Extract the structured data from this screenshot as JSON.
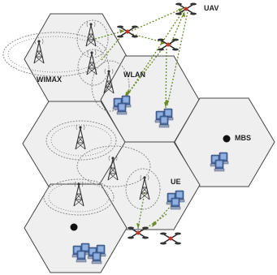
{
  "labels": {
    "uav": "UAV",
    "wimax": "WIMAX",
    "wlan": "WLAN",
    "mbs": "MBS",
    "ue": "UE"
  },
  "colors": {
    "cell_fill": "#efefef",
    "cell_stroke": "#444444",
    "coverage_stroke": "#8a8a8a",
    "link_color": "#6a8a2a",
    "tower": "#333333",
    "uav_body": "#222222",
    "uav_center": "#c0392b",
    "device_screen": "#6a8fc8",
    "device_body": "#4a6aa0"
  },
  "icons": [
    "tower-icon",
    "uav-icon",
    "user-device-icon",
    "base-station-dot-icon"
  ]
}
